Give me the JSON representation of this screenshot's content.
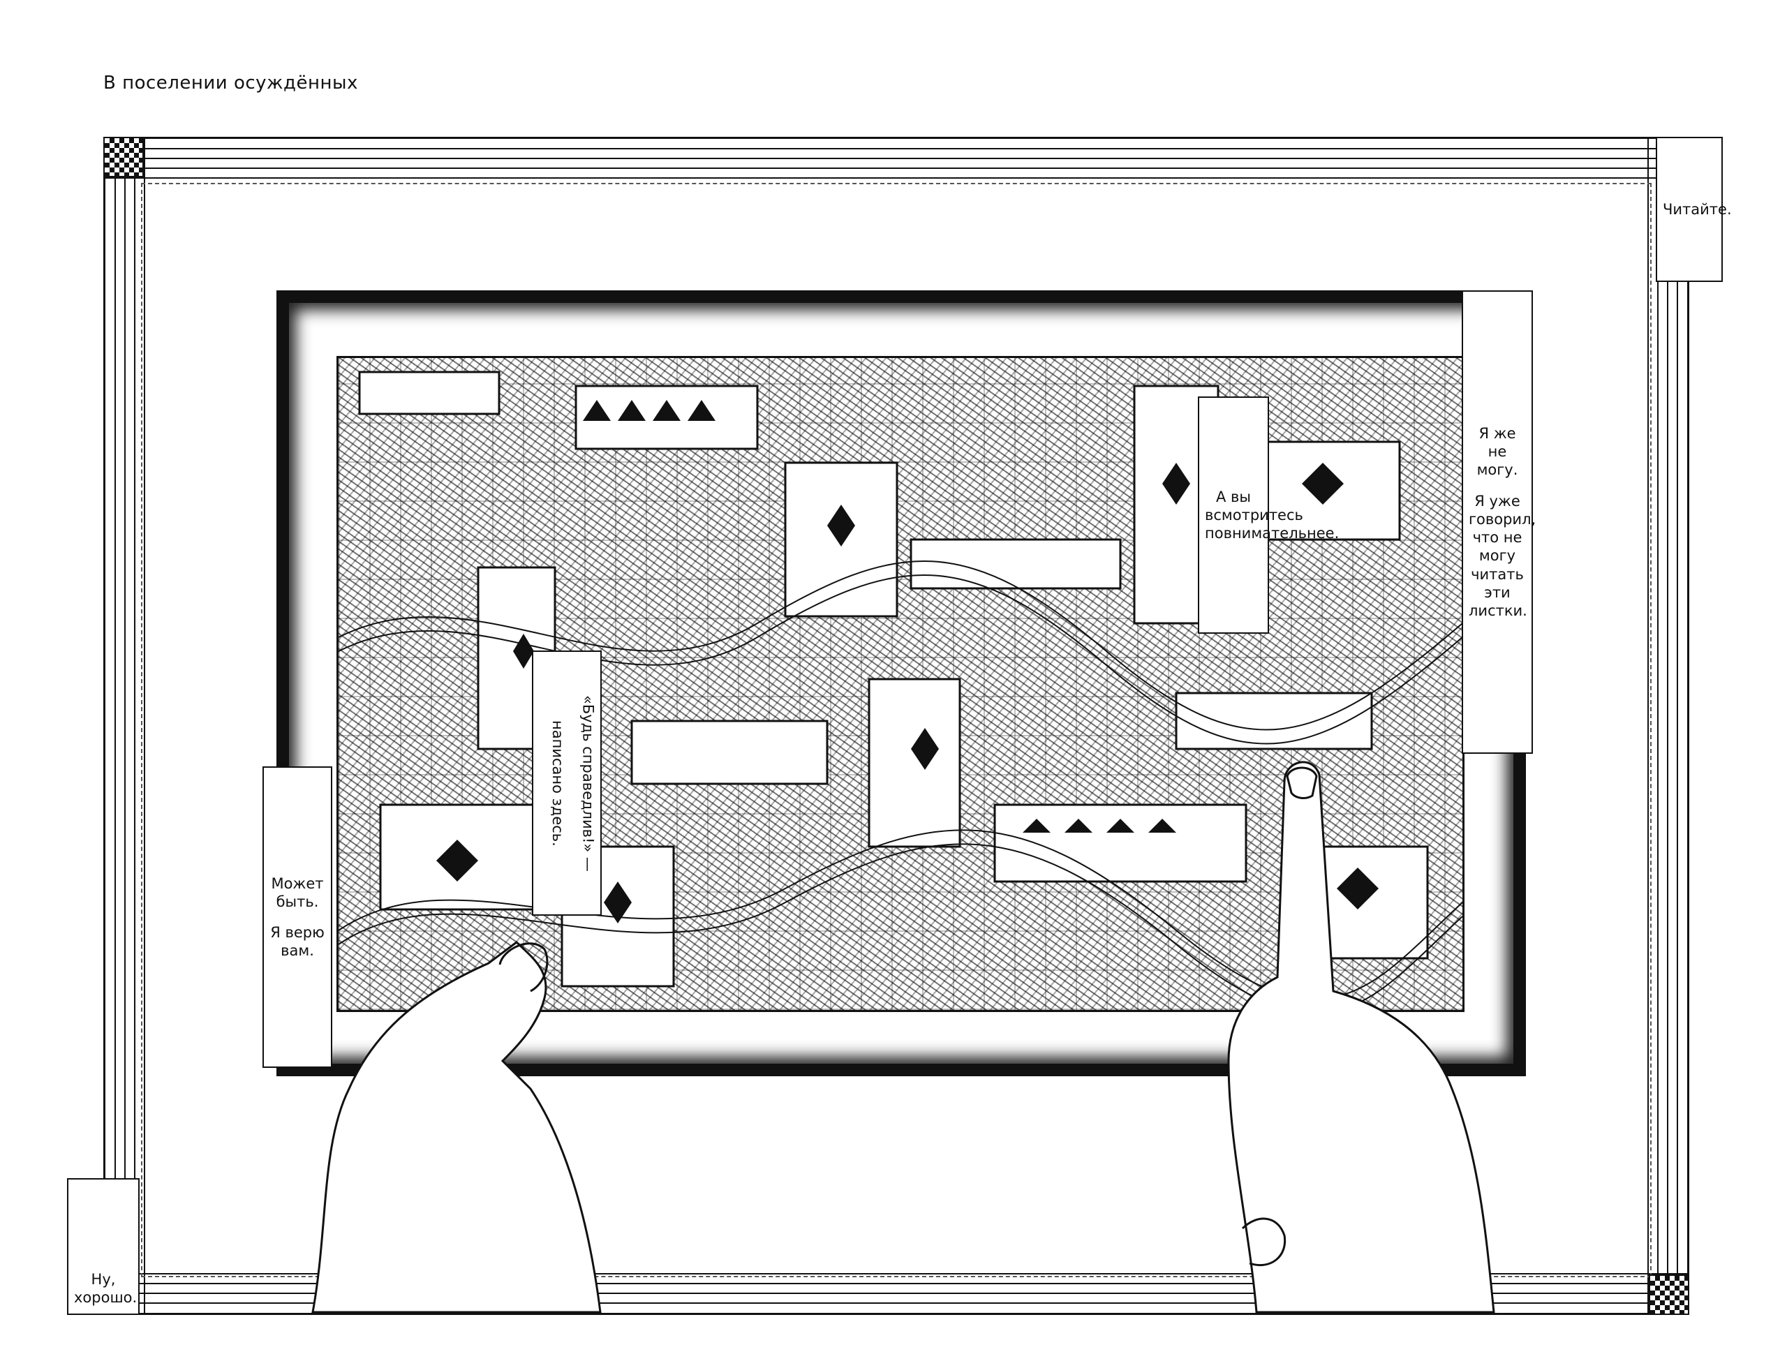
{
  "page": {
    "running_title": "В поселении осуждённых"
  },
  "captions": {
    "top_right": "Читайте.",
    "right_column": [
      "Я же не могу.",
      "Я уже говорил, что не могу читать эти листки."
    ],
    "center_right": "А вы всмотритесь повнимательнее.",
    "center_left_vertical": [
      "«Будь справедлив!» —",
      "написано здесь."
    ],
    "left": [
      "Может быть.",
      "Я верю вам."
    ],
    "bottom_left": "Ну, хорошо."
  },
  "colors": {
    "ink": "#111111",
    "paper": "#ffffff"
  }
}
